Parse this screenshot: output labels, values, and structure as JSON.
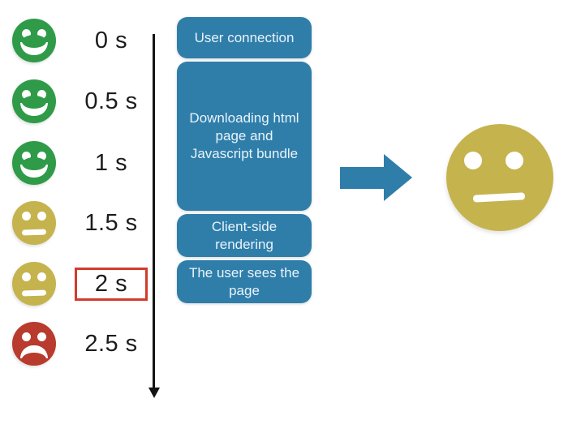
{
  "palette": {
    "happy_green": "#2f9b48",
    "neutral_yellow": "#c5b34e",
    "sad_red": "#b83b2d",
    "process_blue": "#2f7eaa",
    "highlight_border_red": "#d23b2a",
    "box_text": "#e9f3fa",
    "label_text": "#1c1c1c",
    "background": "#ffffff"
  },
  "timeline": {
    "rows": [
      {
        "time": "0 s",
        "mood": "happy",
        "highlighted": false
      },
      {
        "time": "0.5 s",
        "mood": "happy",
        "highlighted": false
      },
      {
        "time": "1 s",
        "mood": "happy",
        "highlighted": false
      },
      {
        "time": "1.5 s",
        "mood": "neutral",
        "highlighted": false
      },
      {
        "time": "2 s",
        "mood": "neutral",
        "highlighted": true
      },
      {
        "time": "2.5 s",
        "mood": "sad",
        "highlighted": false
      }
    ]
  },
  "process": {
    "steps": [
      {
        "label": "User connection"
      },
      {
        "label": "Downloading html page and Javascript bundle"
      },
      {
        "label": "Client-side rendering"
      },
      {
        "label": "The user sees the page"
      }
    ]
  },
  "result": {
    "mood": "neutral",
    "icon": "neutral-face-icon"
  },
  "icons": {
    "flow": "right-arrow-icon",
    "timeline": "down-arrow-icon"
  }
}
